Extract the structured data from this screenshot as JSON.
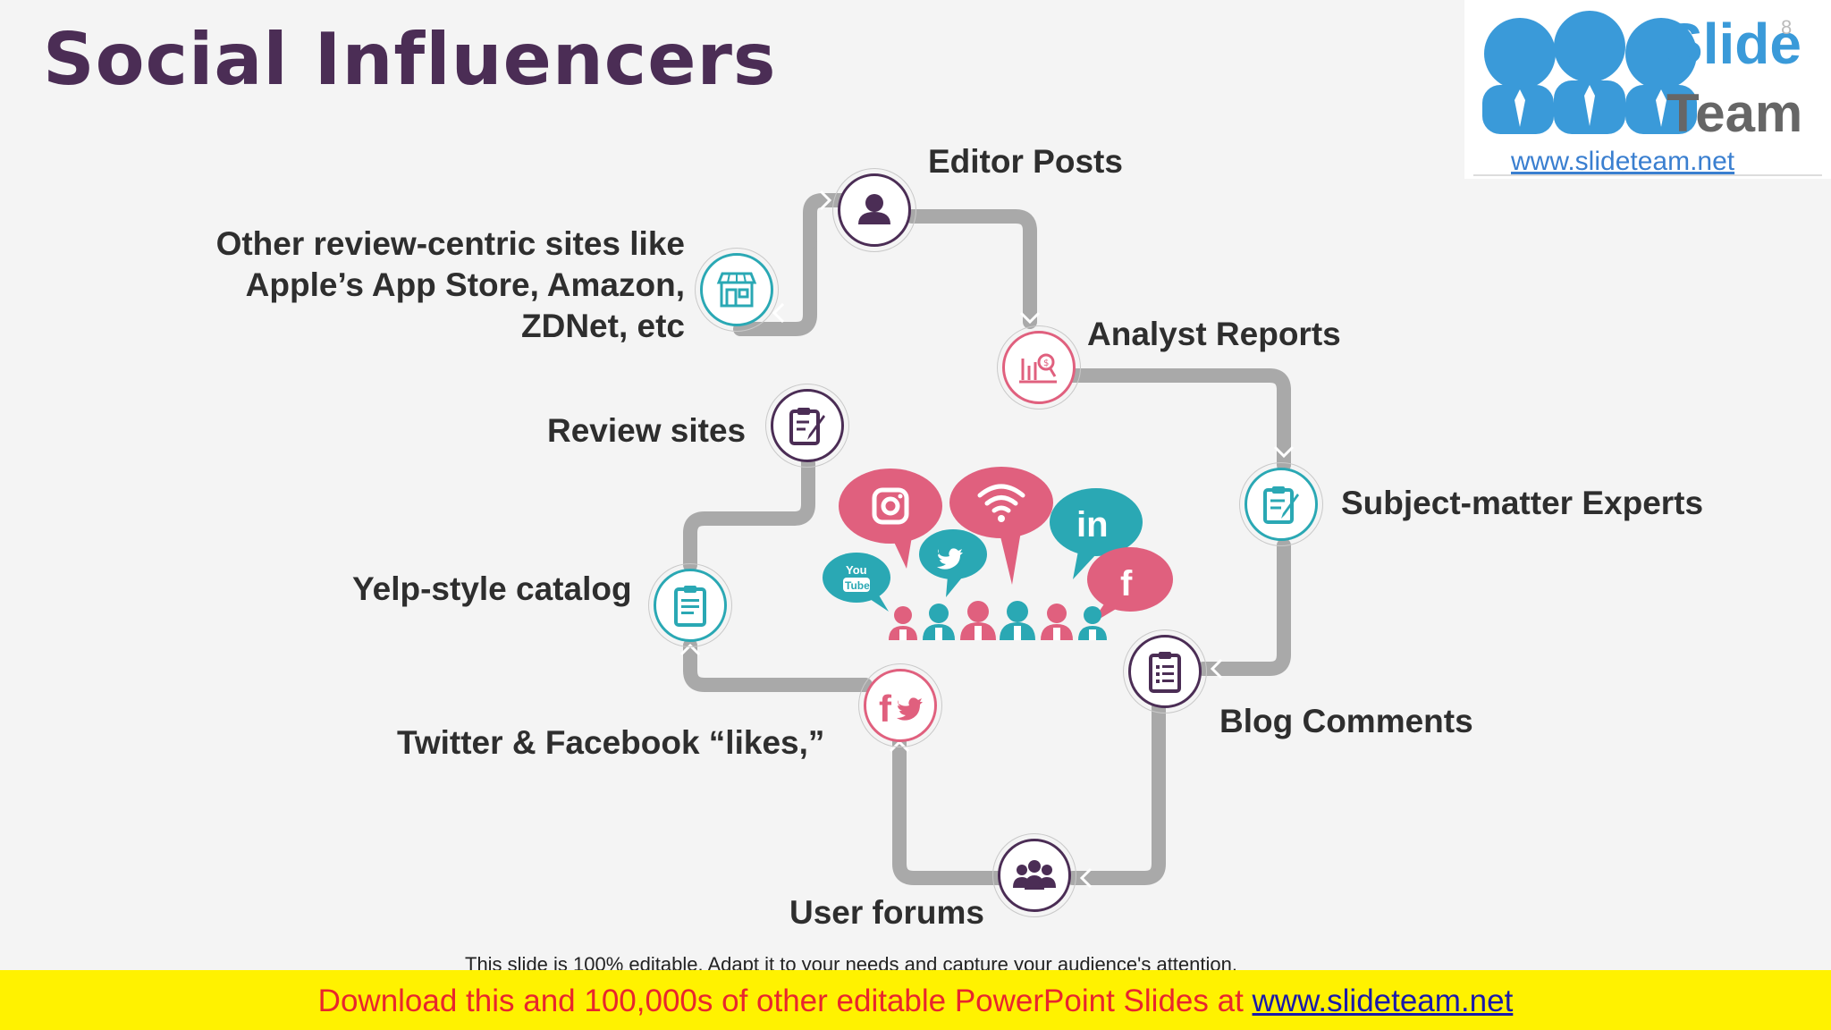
{
  "slide": {
    "title": "Social Influencers",
    "page_number": "8",
    "footer_note": "This slide is 100% editable. Adapt it to your needs and capture your audience's attention.",
    "banner_text": "Download this and 100,000s of other editable PowerPoint Slides at ",
    "banner_link": "www.slideteam.net"
  },
  "logo": {
    "top": "Slide",
    "bottom": "Team",
    "url": "www.slideteam.net"
  },
  "nodes": [
    {
      "label": "Editor Posts",
      "icon": "user-icon",
      "ring": "#4b2d55"
    },
    {
      "label": "Analyst Reports",
      "icon": "report-chart-icon",
      "ring": "#e0607e"
    },
    {
      "label": "Subject-matter Experts",
      "icon": "clipboard-pen-icon",
      "ring": "#2aa8b4"
    },
    {
      "label": "Blog Comments",
      "icon": "checklist-icon",
      "ring": "#4b2d55"
    },
    {
      "label": "User forums",
      "icon": "group-icon",
      "ring": "#4b2d55"
    },
    {
      "label": "Twitter & Facebook “likes,”",
      "icon": "facebook-twitter-icon",
      "ring": "#e0607e"
    },
    {
      "label": "Yelp-style catalog",
      "icon": "catalog-icon",
      "ring": "#2aa8b4"
    },
    {
      "label": "Review sites",
      "icon": "edit-note-icon",
      "ring": "#4b2d55"
    },
    {
      "label": "Other review-centric sites like Apple’s App Store, Amazon, ZDNet, etc",
      "icon": "store-icon",
      "ring": "#2aa8b4"
    }
  ],
  "center": {
    "bubbles": [
      "instagram-icon",
      "wifi-icon",
      "linkedin-icon",
      "twitter-icon",
      "youtube-icon",
      "facebook-icon"
    ],
    "youtube_text": [
      "You",
      "Tube"
    ],
    "linkedin_text": "in"
  },
  "colors": {
    "dark": "#4b2d55",
    "teal": "#2aa8b4",
    "pink": "#e0607e",
    "path": "#a9a9a9"
  }
}
